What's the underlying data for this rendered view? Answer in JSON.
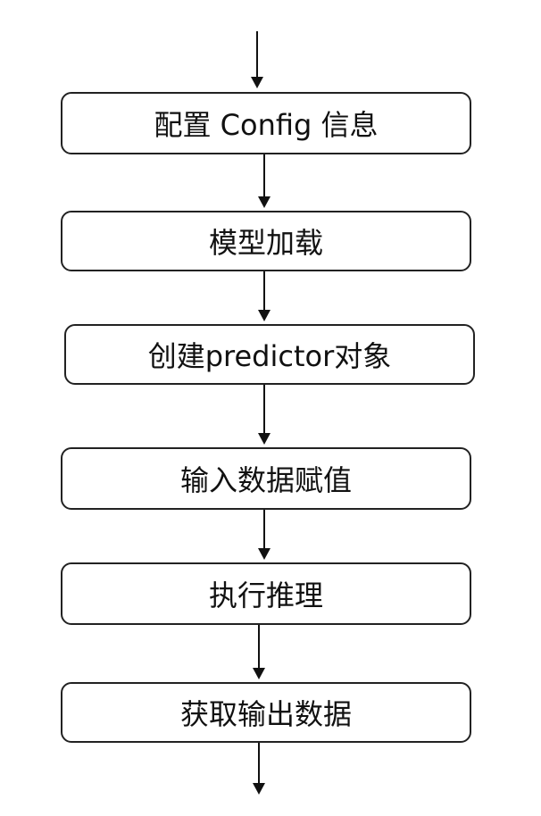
{
  "steps": [
    "配置 Config 信息",
    "模型加载",
    "创建predictor对象",
    "输入数据赋值",
    "执行推理",
    "获取输出数据"
  ]
}
